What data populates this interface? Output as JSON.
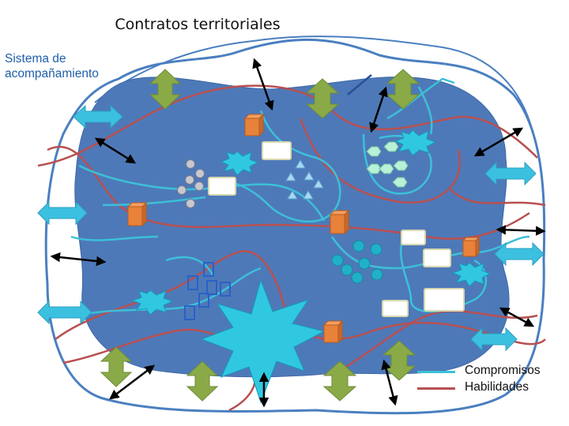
{
  "title": "Contratos territoriales",
  "side_label": "Sistema de acompañamiento",
  "legend": [
    {
      "label": "Compromisos",
      "color": "#3cc0d8"
    },
    {
      "label": "Habilidades",
      "color": "#b85050"
    }
  ],
  "colors": {
    "territory_fill": "#4e79b8",
    "outer_outline": "#4a7fc0",
    "commitment_line": "#3cc0d8",
    "skill_line": "#b85050",
    "double_arrow": "#8aaa48",
    "cyan_arrow": "#3cc0e0",
    "box_orange": "#e8823a",
    "star_cyan": "#30c8e0"
  }
}
